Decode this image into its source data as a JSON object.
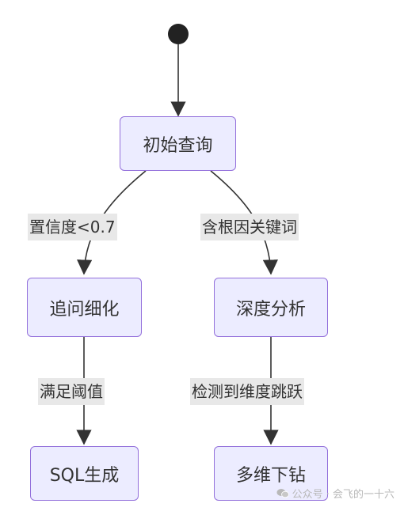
{
  "nodes": {
    "initial_query": "初始查询",
    "followup_refine": "追问细化",
    "deep_analysis": "深度分析",
    "sql_generate": "SQL生成",
    "drill_down": "多维下钻"
  },
  "edge_labels": {
    "confidence_low": "置信度<0.7",
    "has_root_cause": "含根因关键词",
    "meets_threshold": "满足阈值",
    "dimension_jump": "检测到维度跳跃"
  },
  "watermark": {
    "text": "公众号 · 会飞的一十六",
    "icon": "wechat-icon"
  },
  "colors": {
    "node_fill": "#ececff",
    "node_border": "#9370db",
    "edge": "#333333",
    "label_bg": "#e8e8e8",
    "start_dot": "#222222"
  }
}
